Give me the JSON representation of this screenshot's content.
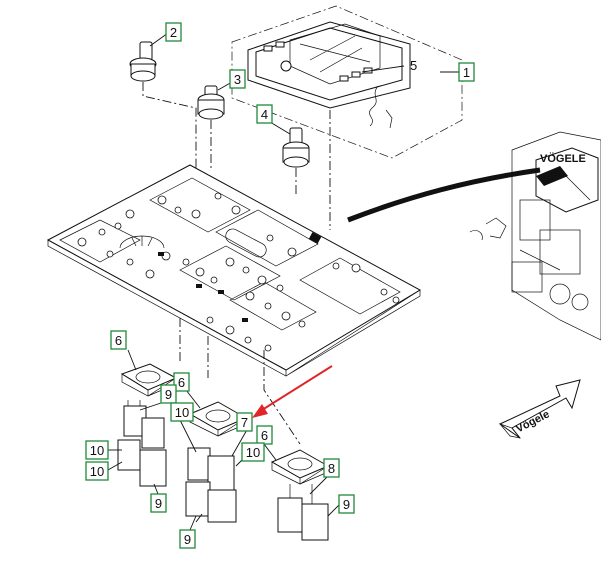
{
  "diagram": {
    "callouts": [
      {
        "id": "c1",
        "label": "1"
      },
      {
        "id": "c2",
        "label": "2"
      },
      {
        "id": "c3",
        "label": "3"
      },
      {
        "id": "c4",
        "label": "4"
      },
      {
        "id": "c6a",
        "label": "6"
      },
      {
        "id": "c6b",
        "label": "6"
      },
      {
        "id": "c6c",
        "label": "6"
      },
      {
        "id": "c7",
        "label": "7"
      },
      {
        "id": "c8",
        "label": "8"
      },
      {
        "id": "c9a",
        "label": "9"
      },
      {
        "id": "c9b",
        "label": "9"
      },
      {
        "id": "c9c",
        "label": "9"
      },
      {
        "id": "c9d",
        "label": "9"
      },
      {
        "id": "c10a",
        "label": "10"
      },
      {
        "id": "c10b",
        "label": "10"
      },
      {
        "id": "c10c",
        "label": "10"
      },
      {
        "id": "c10d",
        "label": "10"
      }
    ],
    "plain_label": "5",
    "logo_text": "Vögele",
    "machine_logo_text": "VÖGELE",
    "accent_color": "#1f8a3a",
    "arrow_color": "#e0262a"
  }
}
